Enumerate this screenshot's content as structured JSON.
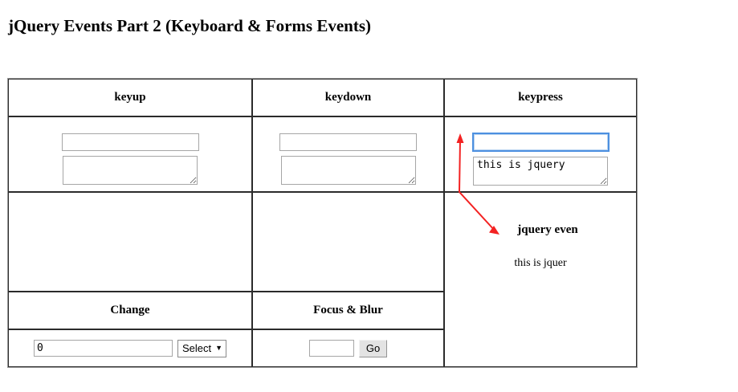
{
  "page": {
    "title": "jQuery Events Part 2 (Keyboard & Forms Events)"
  },
  "table": {
    "headers_row1": [
      "keyup",
      "keydown",
      "keypress"
    ],
    "headers_row2": [
      "Change",
      "Focus & Blur"
    ],
    "keyup": {
      "input_value": "",
      "textarea_value": ""
    },
    "keydown": {
      "input_value": "",
      "textarea_value": ""
    },
    "keypress": {
      "input_value": "",
      "textarea_value": "this is jquery"
    },
    "output": {
      "keyup": "",
      "keydown": "",
      "keypress_title": "jquery even",
      "keypress_text": "this is jquer"
    },
    "change": {
      "input_value": "0",
      "select_label": "Select",
      "select_caret": "▼"
    },
    "focus_blur": {
      "input_value": "",
      "button_label": "Go"
    }
  },
  "annotation": {
    "arrow_color": "#f32222",
    "description": "red bent double-headed arrow from jquery even output to focused keypress input"
  },
  "colors": {
    "focus_border": "#4d90e0",
    "table_border": "#2b2b2b",
    "outer_border": "#9a9a9a",
    "button_face": "#e3e3e3"
  }
}
